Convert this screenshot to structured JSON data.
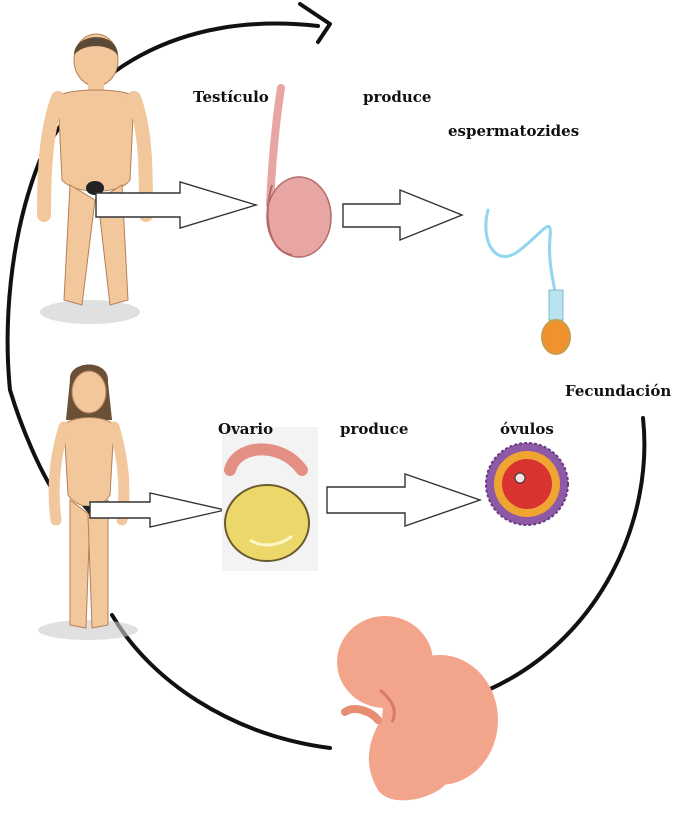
{
  "labels": {
    "testicle": "Testículo",
    "produces_top": "produce",
    "sperm": "espermatozides",
    "fertilization": "Fecundación",
    "ovary": "Ovario",
    "produces_bottom": "produce",
    "ova": "óvulos"
  },
  "cycle": [
    "male",
    "female",
    "fetus"
  ],
  "colors": {
    "skin": "#f2c79c",
    "skin_shadow": "#d9a173",
    "hair_male": "#5a4a36",
    "hair_female": "#6a5036",
    "testicle": "#e7a6a3",
    "sperm_tail": "#8fd6ee",
    "sperm_head": "#f0922e",
    "ovary": "#ecd86a",
    "tube": "#e38f83",
    "ovum_outer": "#8e5aa6",
    "ovum_ring": "#f0a532",
    "ovum_core": "#d83330",
    "fetus": "#f3a58b",
    "cycle_line": "#111111"
  }
}
